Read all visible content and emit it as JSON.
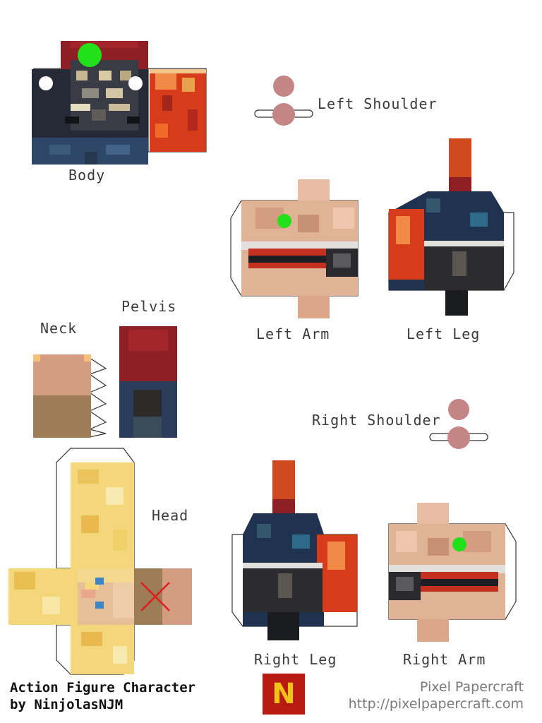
{
  "labels": {
    "body": "Body",
    "left_shoulder": "Left Shoulder",
    "left_arm": "Left Arm",
    "left_leg": "Left Leg",
    "neck": "Neck",
    "pelvis": "Pelvis",
    "right_shoulder": "Right Shoulder",
    "head": "Head",
    "right_leg": "Right Leg",
    "right_arm": "Right Arm"
  },
  "credit": {
    "line1": "Action Figure Character",
    "line2": "by NinjolasNJM"
  },
  "site": {
    "name": "Pixel Papercraft",
    "url": "http://pixelpapercraft.com"
  },
  "logo": {
    "letter": "N"
  },
  "colors": {
    "glue_dot": "#22e01a",
    "cross": "#e21b1b",
    "shoulder_joint": "#c48585",
    "logo_bg": "#b81a12",
    "logo_letter": "#f2c21a",
    "armor_dark": "#252935",
    "skin": "#e3b59a",
    "hair": "#f5d97a",
    "cape": "#d8401c"
  }
}
